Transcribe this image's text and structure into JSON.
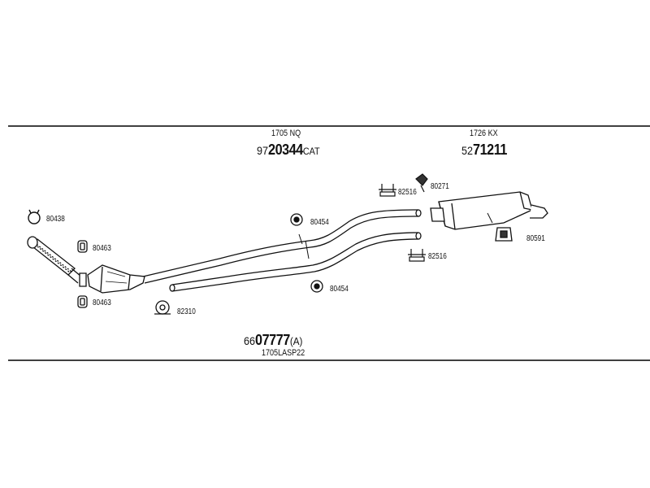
{
  "labels": {
    "top_left_code": "1705 NQ",
    "cat_prefix": "97",
    "cat_number": "20344",
    "cat_suffix": "CAT",
    "top_right_code": "1726 KX",
    "rear_prefix": "52",
    "rear_number": "71211",
    "bottom_prefix": "66",
    "bottom_number": "07777",
    "bottom_suffix": "(A)",
    "bottom_code": "1705LASP22"
  },
  "parts": {
    "p80438": "80438",
    "p80463_top": "80463",
    "p80463_bottom": "80463",
    "p82310": "82310",
    "p80454_top": "80454",
    "p80454_bottom": "80454",
    "p82516_top": "82516",
    "p82516_bottom": "82516",
    "p80271": "80271",
    "p80591": "80591"
  }
}
